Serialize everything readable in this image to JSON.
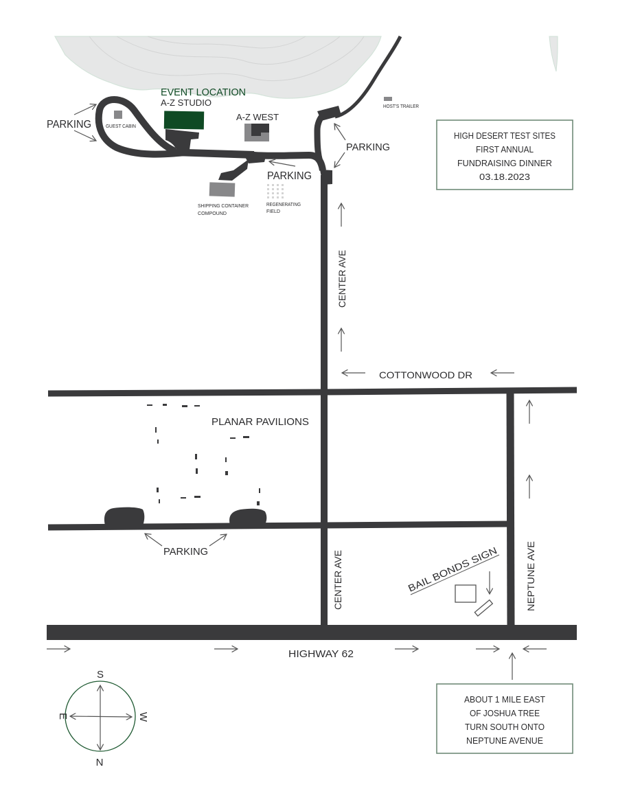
{
  "map": {
    "title_box": {
      "lines": [
        "HIGH DESERT TEST SITES",
        "FIRST ANNUAL",
        "FUNDRAISING DINNER",
        "03.18.2023"
      ]
    },
    "directions_box": {
      "lines": [
        "ABOUT 1 MILE EAST",
        "OF JOSHUA TREE",
        "TURN SOUTH ONTO",
        "NEPTUNE AVENUE"
      ]
    },
    "labels": {
      "event_location": "EVENT LOCATION",
      "az_studio": "A-Z STUDIO",
      "az_west": "A-Z WEST",
      "guest_cabin": "GUEST CABIN",
      "hosts_trailer": "HOST'S TRAILER",
      "shipping_container_1": "SHIPPING CONTAINER",
      "shipping_container_2": "COMPOUND",
      "regenerating_1": "REGENERATING",
      "regenerating_2": "FIELD",
      "parking_loop": "PARKING",
      "parking_center": "PARKING",
      "parking_east": "PARKING",
      "parking_pavilions": "PARKING",
      "planar_pavilions": "PLANAR PAVILIONS",
      "bail_bonds_sign": "BAIL BONDS SIGN"
    },
    "streets": {
      "center_ave_north": "CENTER AVE",
      "center_ave_south": "CENTER AVE",
      "cottonwood_dr": "COTTONWOOD DR",
      "neptune_ave": "NEPTUNE AVE",
      "highway_62": "HIGHWAY 62"
    },
    "compass": {
      "top": "S",
      "bottom": "N",
      "left": "E",
      "right": "W"
    },
    "colors": {
      "road": "#3a3a3c",
      "event_building": "#0f4a24",
      "building_gray": "#88888a",
      "terrain": "#e6e7e7",
      "terrain_outline": "#cfe0d6",
      "box_border": "#6f8a78",
      "compass_ring": "#1f5a32"
    }
  }
}
